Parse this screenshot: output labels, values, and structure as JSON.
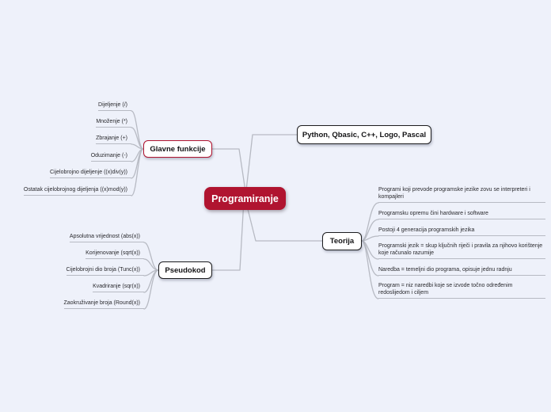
{
  "title": "Programiranje",
  "colors": {
    "background": "#eef1fa",
    "accent_red": "#b01430",
    "edge_gray": "#b7bac3",
    "node_border": "#1d1d1f"
  },
  "root": {
    "label": "Programiranje"
  },
  "branches": [
    {
      "label": "Glavne funkcije",
      "leaves": [
        "Dijeljenje (/)",
        "Množenje (*)",
        "Zbrajanje (+)",
        "Oduzimanje (-)",
        "Cijelobrojno dijeljenje ((x)div(y))",
        "Ostatak cijelobrojnog dijeljenja ((x)mod(y))"
      ]
    },
    {
      "label": "Python, Qbasic, C++, Logo, Pascal",
      "leaves": []
    },
    {
      "label": "Teorija",
      "leaves": [
        "Programi koji prevode programske jezike zovu se interpreteri i kompajleri",
        "Programsku opremu čini hardware i software",
        "Postoji 4 generacija programskih jezika",
        "Programski jezik = skup ključnih riječi i pravila za njihovo korištenje koje računalo razumije",
        "Naredba = temeljni dio programa, opisuje jednu radnju",
        "Program = niz naredbi koje se izvode točno određenim redoslijedom i ciljem"
      ]
    },
    {
      "label": "Pseudokod",
      "leaves": [
        "Apsolutna vrijednost (abs(x))",
        "Korijenovanje (sqrt(x))",
        "Cijelobrojni dio broja (Tunc(x))",
        "Kvadriranje (sqr(x))",
        "Zaokruživanje broja (Round(x))"
      ]
    }
  ]
}
